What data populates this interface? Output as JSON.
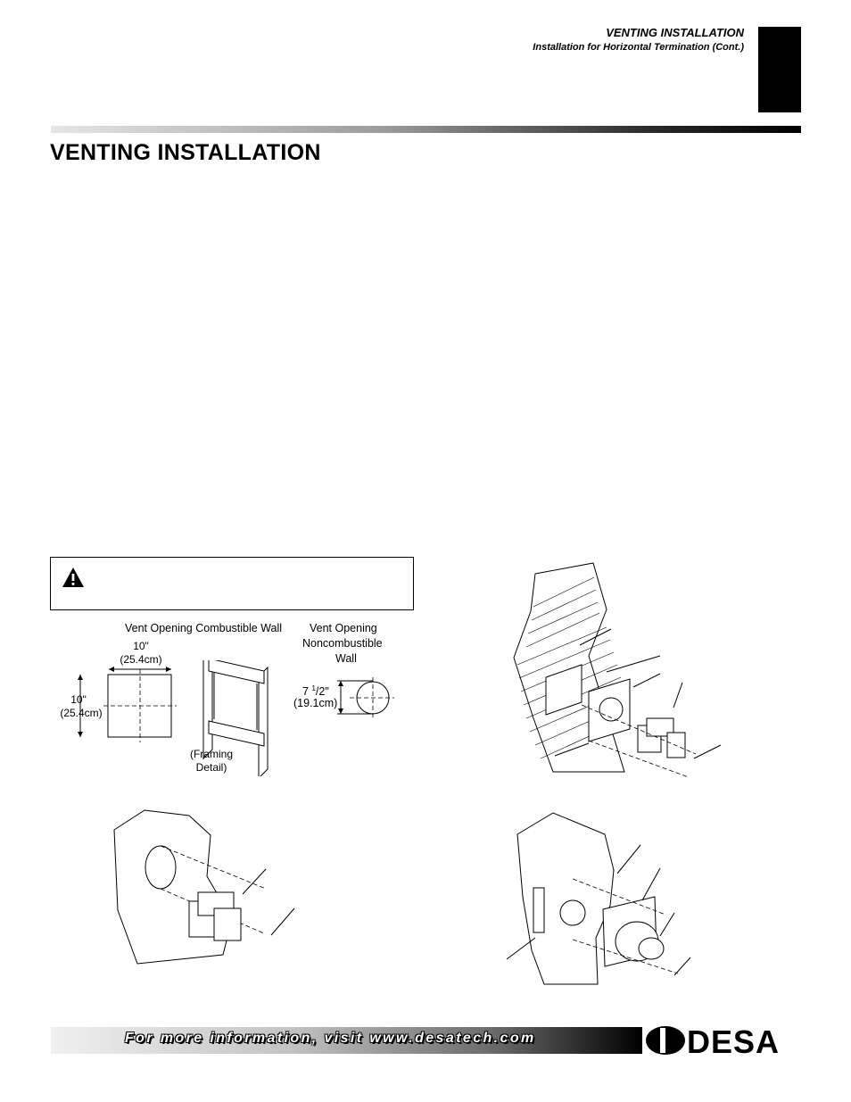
{
  "header": {
    "section_title": "VENTING INSTALLATION",
    "subtitle": "Installation for Horizontal Termination (Cont.)"
  },
  "page_title": "VENTING INSTALLATION",
  "warning_box": {
    "icon": "warning-triangle-icon"
  },
  "figure_vent_openings": {
    "combustible_label": "Vent Opening Combustible Wall",
    "width_in": "10\"",
    "width_cm": "(25.4cm)",
    "height_in": "10\"",
    "height_cm": "(25.4cm)",
    "framing_line1": "(Framing",
    "framing_line2": "Detail)",
    "noncombustible_line1": "Vent Opening",
    "noncombustible_line2": "Noncombustible",
    "noncombustible_line3": "Wall",
    "diameter_whole": "7",
    "diameter_num": "1",
    "diameter_den": "/2\"",
    "diameter_cm": "(19.1cm)"
  },
  "footer": {
    "text": "For more information, visit www.desatech.com",
    "logo_text": "DESA"
  }
}
